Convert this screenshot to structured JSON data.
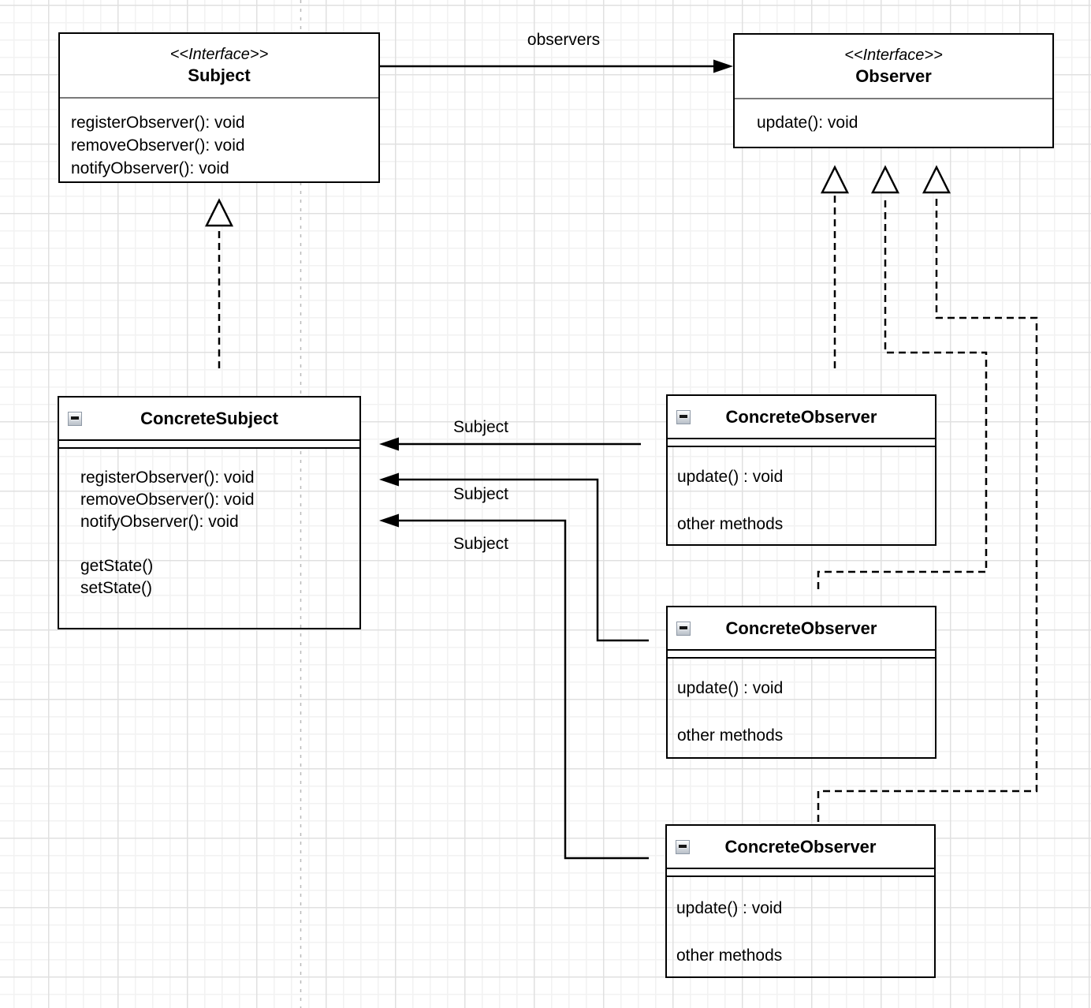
{
  "canvas": {
    "grid_minor_color": "#f2f2f2",
    "grid_major_color": "#e0e0e0",
    "guide_color": "#b9b9b9",
    "shape_stroke": "#000000"
  },
  "classes": {
    "subject": {
      "stereotype": "<<Interface>>",
      "name": "Subject",
      "methods": [
        "registerObserver(): void",
        "removeObserver(): void",
        "notifyObserver(): void"
      ]
    },
    "observer": {
      "stereotype": "<<Interface>>",
      "name": "Observer",
      "methods": [
        "update(): void"
      ]
    },
    "concrete_subject": {
      "name": "ConcreteSubject",
      "collapse_icon": "minus",
      "methods": [
        "registerObserver(): void",
        "removeObserver(): void",
        "notifyObserver(): void",
        "",
        "getState()",
        "setState()"
      ]
    },
    "concrete_observer_1": {
      "name": "ConcreteObserver",
      "collapse_icon": "minus",
      "methods": [
        "update() : void",
        "other methods"
      ]
    },
    "concrete_observer_2": {
      "name": "ConcreteObserver",
      "collapse_icon": "minus",
      "methods": [
        "update() : void",
        "other methods"
      ]
    },
    "concrete_observer_3": {
      "name": "ConcreteObserver",
      "collapse_icon": "minus",
      "methods": [
        "update() : void",
        "other methods"
      ]
    }
  },
  "edges": {
    "observers_label": "observers",
    "subject_label_1": "Subject",
    "subject_label_2": "Subject",
    "subject_label_3": "Subject"
  }
}
